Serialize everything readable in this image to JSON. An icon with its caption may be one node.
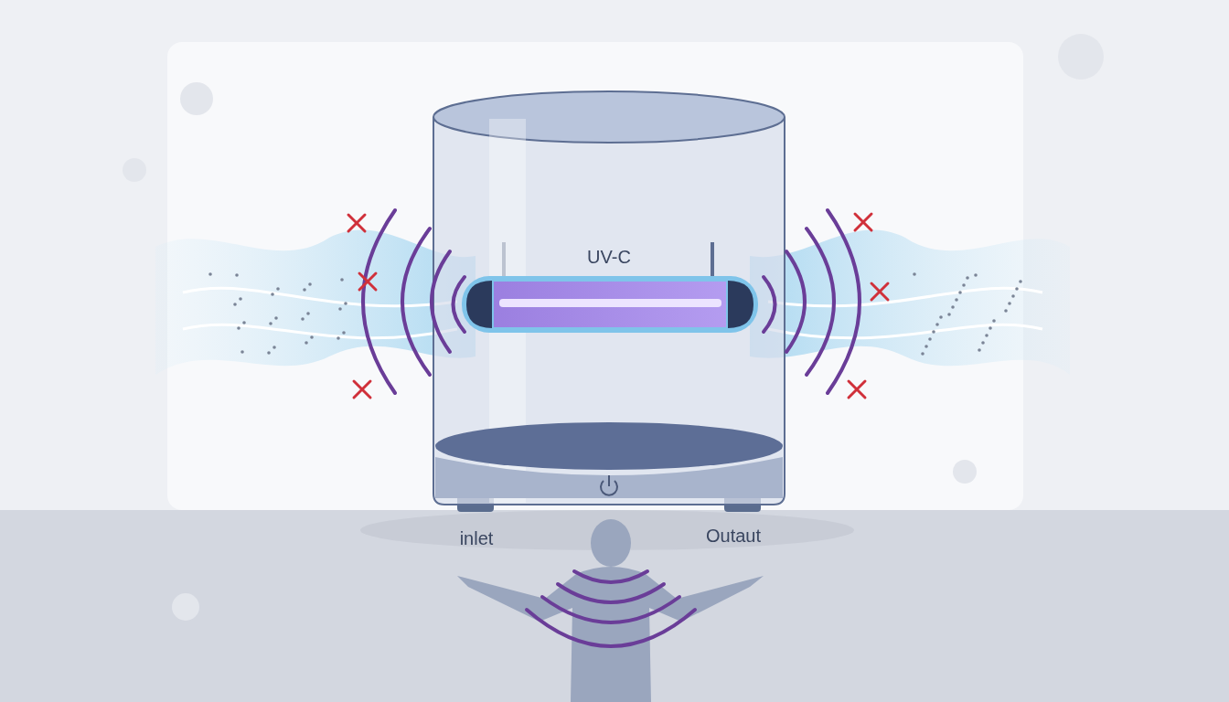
{
  "diagram": {
    "labels": [
      "UV-C",
      "inlet",
      "Outaut"
    ]
  }
}
